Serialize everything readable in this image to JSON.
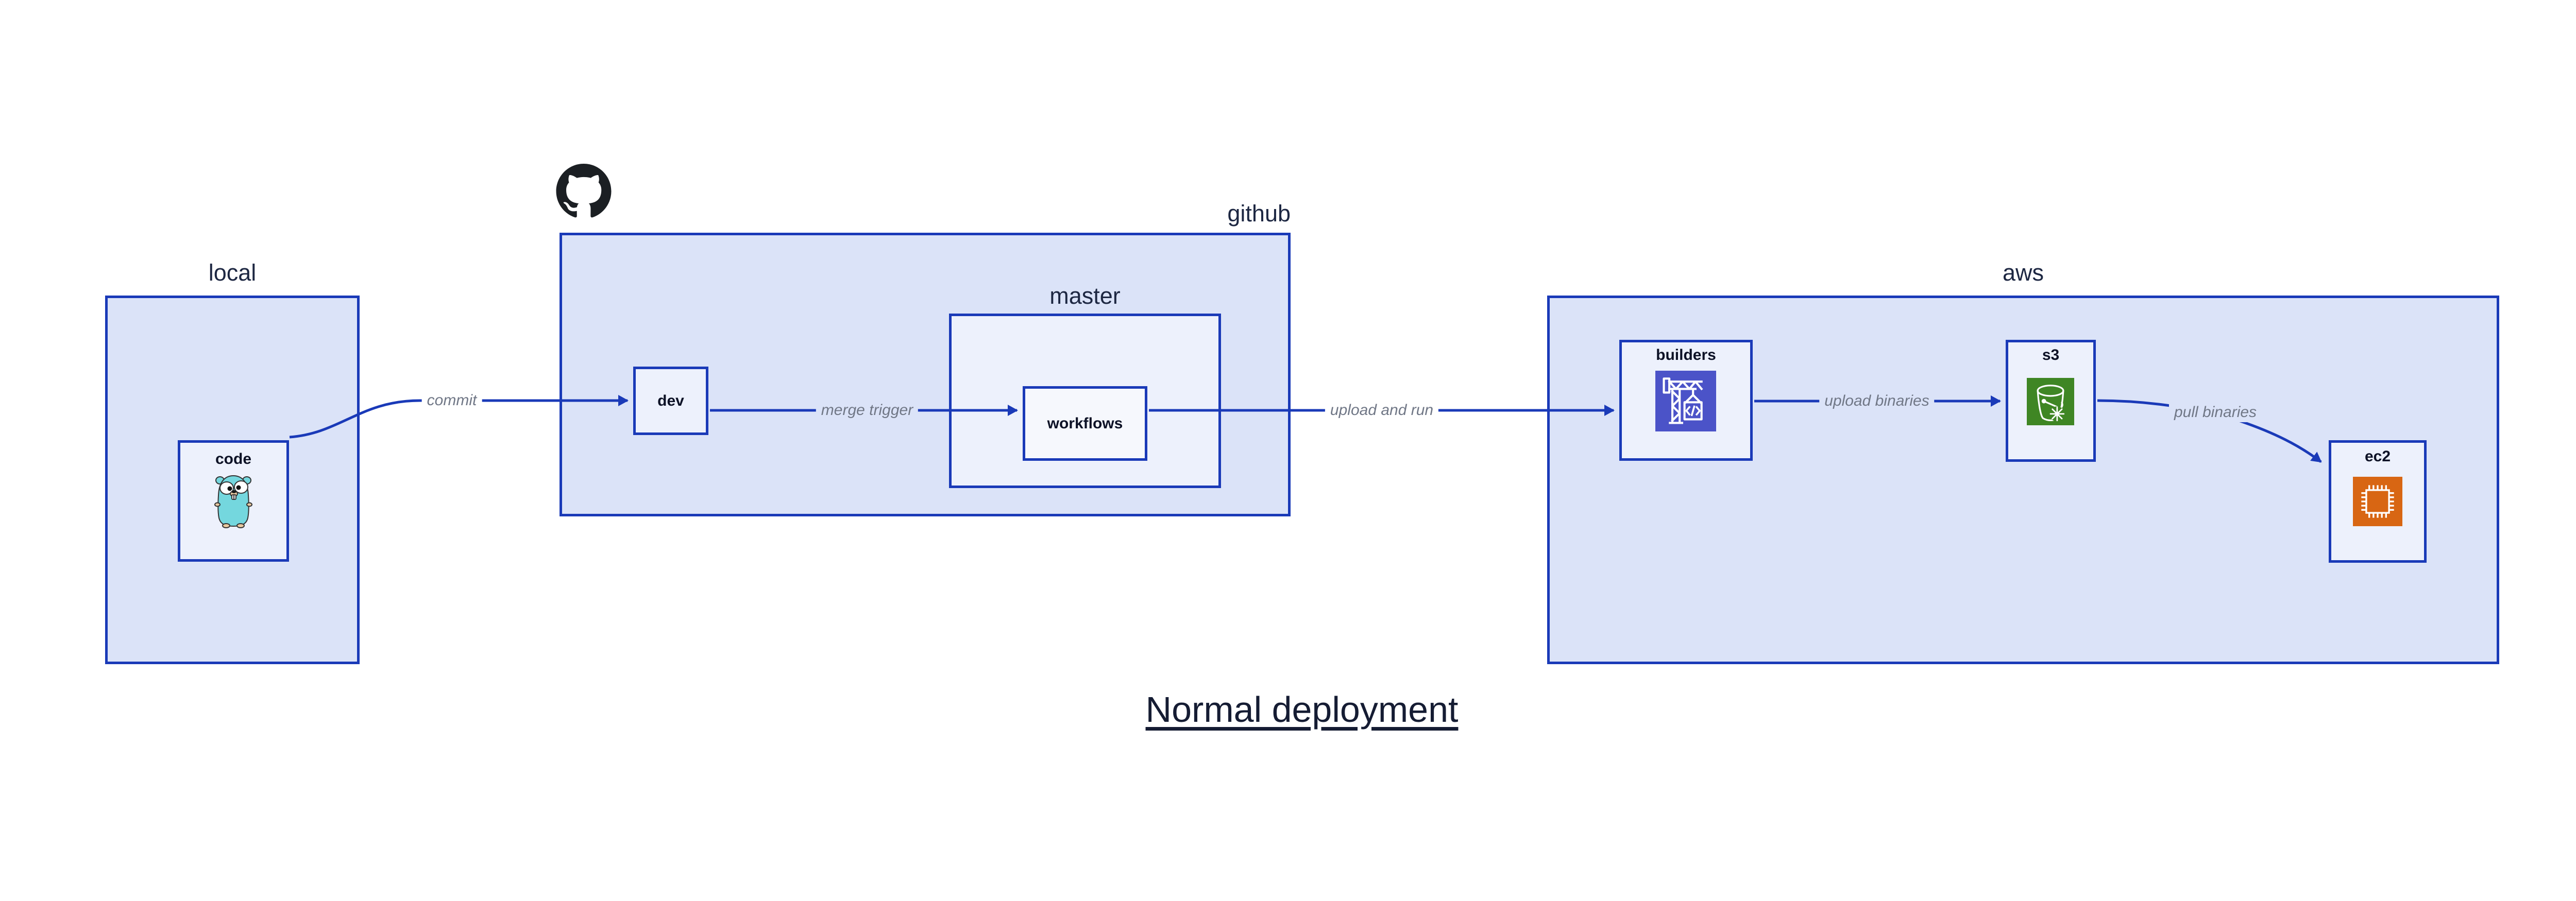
{
  "title": "Normal deployment",
  "containers": {
    "local": {
      "label": "local"
    },
    "github": {
      "label": "github"
    },
    "master": {
      "label": "master"
    },
    "aws": {
      "label": "aws"
    }
  },
  "nodes": {
    "code": {
      "label": "code",
      "icon": "go-gopher-icon"
    },
    "dev": {
      "label": "dev"
    },
    "workflows": {
      "label": "workflows"
    },
    "builders": {
      "label": "builders",
      "icon": "aws-codebuild-icon"
    },
    "s3": {
      "label": "s3",
      "icon": "aws-s3-bucket-icon"
    },
    "ec2": {
      "label": "ec2",
      "icon": "aws-ec2-chip-icon"
    }
  },
  "edges": {
    "commit": {
      "label": "commit",
      "from": "code",
      "to": "dev"
    },
    "merge_trigger": {
      "label": "merge trigger",
      "from": "dev",
      "to": "workflows"
    },
    "upload_and_run": {
      "label": "upload and run",
      "from": "workflows",
      "to": "builders"
    },
    "upload_binaries": {
      "label": "upload binaries",
      "from": "builders",
      "to": "s3"
    },
    "pull_binaries": {
      "label": "pull binaries",
      "from": "s3",
      "to": "ec2"
    }
  },
  "colors": {
    "stroke_blue": "#1a3ab8",
    "container_fill": "#dbe3f8",
    "node_fill": "#edf1fc",
    "inner_node_fill": "#f6f8fd",
    "edge_label_gray": "#707786",
    "node_label_navy": "#0d1226",
    "title_navy": "#151c33",
    "codebuild_indigo": "#4b53c8",
    "s3_green": "#3f8624",
    "ec2_orange": "#d86613",
    "github_black": "#1b1f23",
    "gopher_teal": "#74d7de"
  }
}
